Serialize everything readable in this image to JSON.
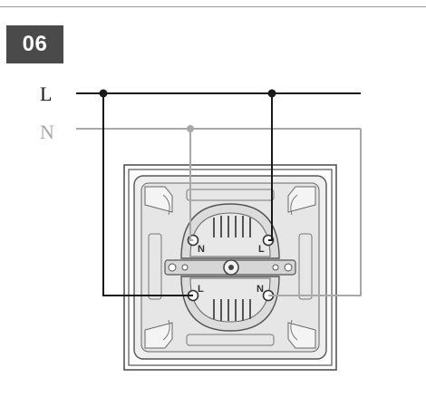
{
  "step": {
    "number": "06"
  },
  "wires": {
    "line_label": "L",
    "neutral_label": "N",
    "line_color": "#1a1a1a",
    "neutral_color": "#a8a8a8"
  },
  "outlet": {
    "upper": {
      "left_terminal": "N",
      "right_terminal": "L"
    },
    "lower": {
      "left_terminal": "L",
      "right_terminal": "N"
    }
  },
  "colors": {
    "badge": "#4a4a4a",
    "plate_stroke": "#555555",
    "plate_fill": "#e9e9e9"
  }
}
